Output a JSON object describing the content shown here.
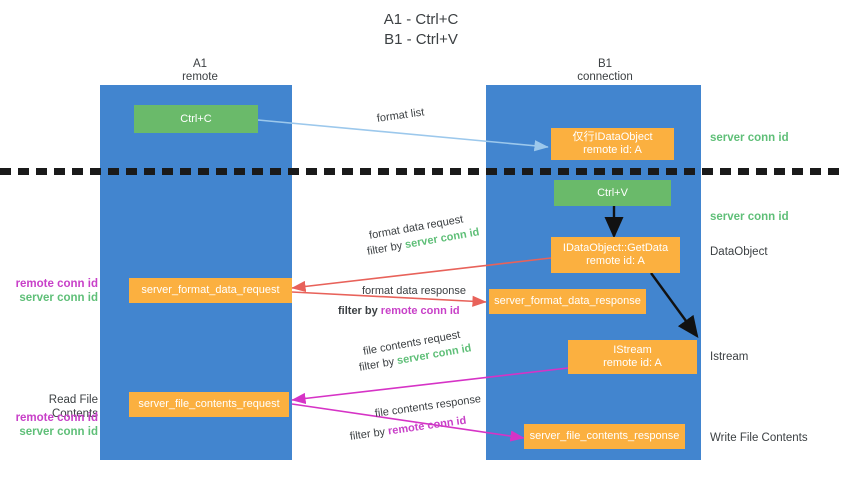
{
  "title": {
    "line1": "A1 - Ctrl+C",
    "line2": "B1 - Ctrl+V"
  },
  "columns": [
    {
      "name": "A1",
      "sub": "remote"
    },
    {
      "name": "B1",
      "sub": "connection"
    }
  ],
  "boxes": {
    "ctrl_c": {
      "line1": "Ctrl+C",
      "line2": "",
      "color": "#6aba6a"
    },
    "ctrl_v": {
      "line1": "Ctrl+V",
      "line2": "",
      "color": "#6aba6a"
    },
    "idataobject": {
      "line1": "仅行IDataObject",
      "line2": "remote id: A",
      "color": "#fbb040"
    },
    "getdata": {
      "line1": "IDataObject::GetData",
      "line2": "remote id: A",
      "color": "#fbb040"
    },
    "istream": {
      "line1": "IStream",
      "line2": "remote id: A",
      "color": "#fbb040"
    },
    "fmt_req": {
      "line1": "server_format_data_request",
      "line2": "",
      "color": "#fbb040"
    },
    "fmt_resp": {
      "line1": "server_format_data_response",
      "line2": "",
      "color": "#fbb040"
    },
    "file_req": {
      "line1": "server_file_contents_request",
      "line2": "",
      "color": "#fbb040"
    },
    "file_resp": {
      "line1": "server_file_contents_response",
      "line2": "",
      "color": "#fbb040"
    }
  },
  "arrow_labels": {
    "format_list": "format list",
    "fmt_data_req": "format data request",
    "fmt_data_req_filter_prefix": "filter by ",
    "fmt_data_req_filter_value": "server conn id",
    "fmt_data_resp": "format data response",
    "fmt_data_resp_filter_prefix": "filter by ",
    "fmt_data_resp_filter_value": "remote conn id",
    "file_contents_req": "file contents request",
    "file_contents_req_filter_prefix": "filter by ",
    "file_contents_req_filter_value": "server conn id",
    "file_contents_resp": "file contents response",
    "file_contents_resp_filter_prefix": "filter by ",
    "file_contents_resp_filter_value": "remote conn id"
  },
  "left_labels": {
    "remote_conn_id_1": "remote conn id",
    "server_conn_id_1": "server conn id",
    "read_file_contents": "Read File Contents",
    "remote_conn_id_2": "remote conn id",
    "server_conn_id_2": "server conn id"
  },
  "right_labels": {
    "server_conn_id_1": "server conn id",
    "server_conn_id_2": "server conn id",
    "dataobject": "DataObject",
    "istream": "Istream",
    "write_file_contents": "Write File Contents"
  },
  "colors": {
    "lane": "#4285cf",
    "orange": "#fbb040",
    "green_box": "#6aba6a",
    "green_text": "#5fbf78",
    "magenta_text": "#c840c8",
    "text_dark": "#3c4043",
    "arrow_red": "#e8625a",
    "arrow_magenta": "#d633c6",
    "arrow_lightblue": "#9cc8ec",
    "arrow_black": "#000000",
    "divider": "#1a1a1a"
  }
}
